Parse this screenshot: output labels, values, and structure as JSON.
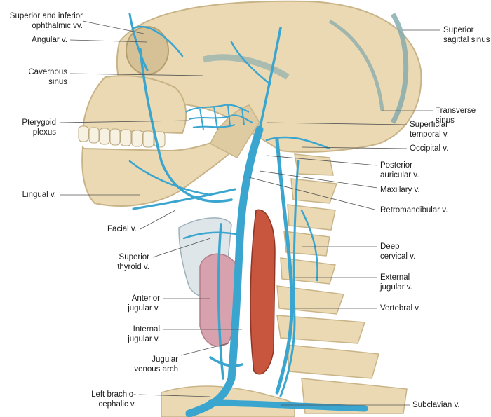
{
  "colors": {
    "bone": "#ead9b3",
    "bone_shadow": "#c9b488",
    "vein": "#3aa5cf",
    "vein_dark": "#1e7fa8",
    "muscle": "#c8553e",
    "gland": "#d7a2ad",
    "cartilage": "#dfe6ea",
    "sinus": "#7fa7ad",
    "leader": "#555555"
  },
  "labels": {
    "ophthalmic": "Superior and inferior\nophthalmic vv.",
    "angular": "Angular v.",
    "cavernous": "Cavernous\nsinus",
    "pterygoid": "Pterygoid\nplexus",
    "lingual": "Lingual v.",
    "facial": "Facial v.",
    "sup_thyroid": "Superior\nthyroid v.",
    "ant_jugular": "Anterior\njugular v.",
    "int_jugular": "Internal\njugular v.",
    "jug_arch": "Jugular\nvenous arch",
    "brachio": "Left brachio-\ncephalic v.",
    "sup_sagittal": "Superior\nsagittal sinus",
    "transverse": "Transverse sinus",
    "sup_temporal": "Superficial\ntemporal v.",
    "occipital": "Occipital v.",
    "post_auricular": "Posterior\nauricular v.",
    "maxillary": "Maxillary v.",
    "retromandibular": "Retromandibular v.",
    "deep_cervical": "Deep\ncervical v.",
    "ext_jugular": "External\njugular v.",
    "vertebral": "Vertebral v.",
    "subclavian": "Subclavian v."
  }
}
